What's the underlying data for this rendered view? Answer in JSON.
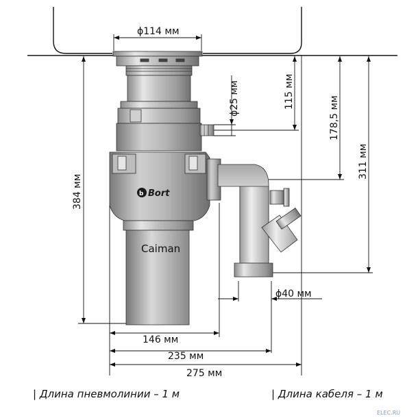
{
  "dimensions": {
    "top_diameter": "ϕ114 мм",
    "inlet_diameter": "ϕ25 мм",
    "outlet_diameter": "ϕ40 мм",
    "height_115": "115 мм",
    "height_178": "178,5 мм",
    "height_311": "311 мм",
    "height_384": "384 мм",
    "width_146": "146 мм",
    "width_235": "235 мм",
    "width_275": "275 мм"
  },
  "product": {
    "brand": "Bort",
    "model": "Caiman"
  },
  "notes": {
    "pneumatic": "| Длина пневмолинии – 1 м",
    "cable": "| Длина кабеля – 1 м"
  },
  "watermark": "ELEC.RU"
}
